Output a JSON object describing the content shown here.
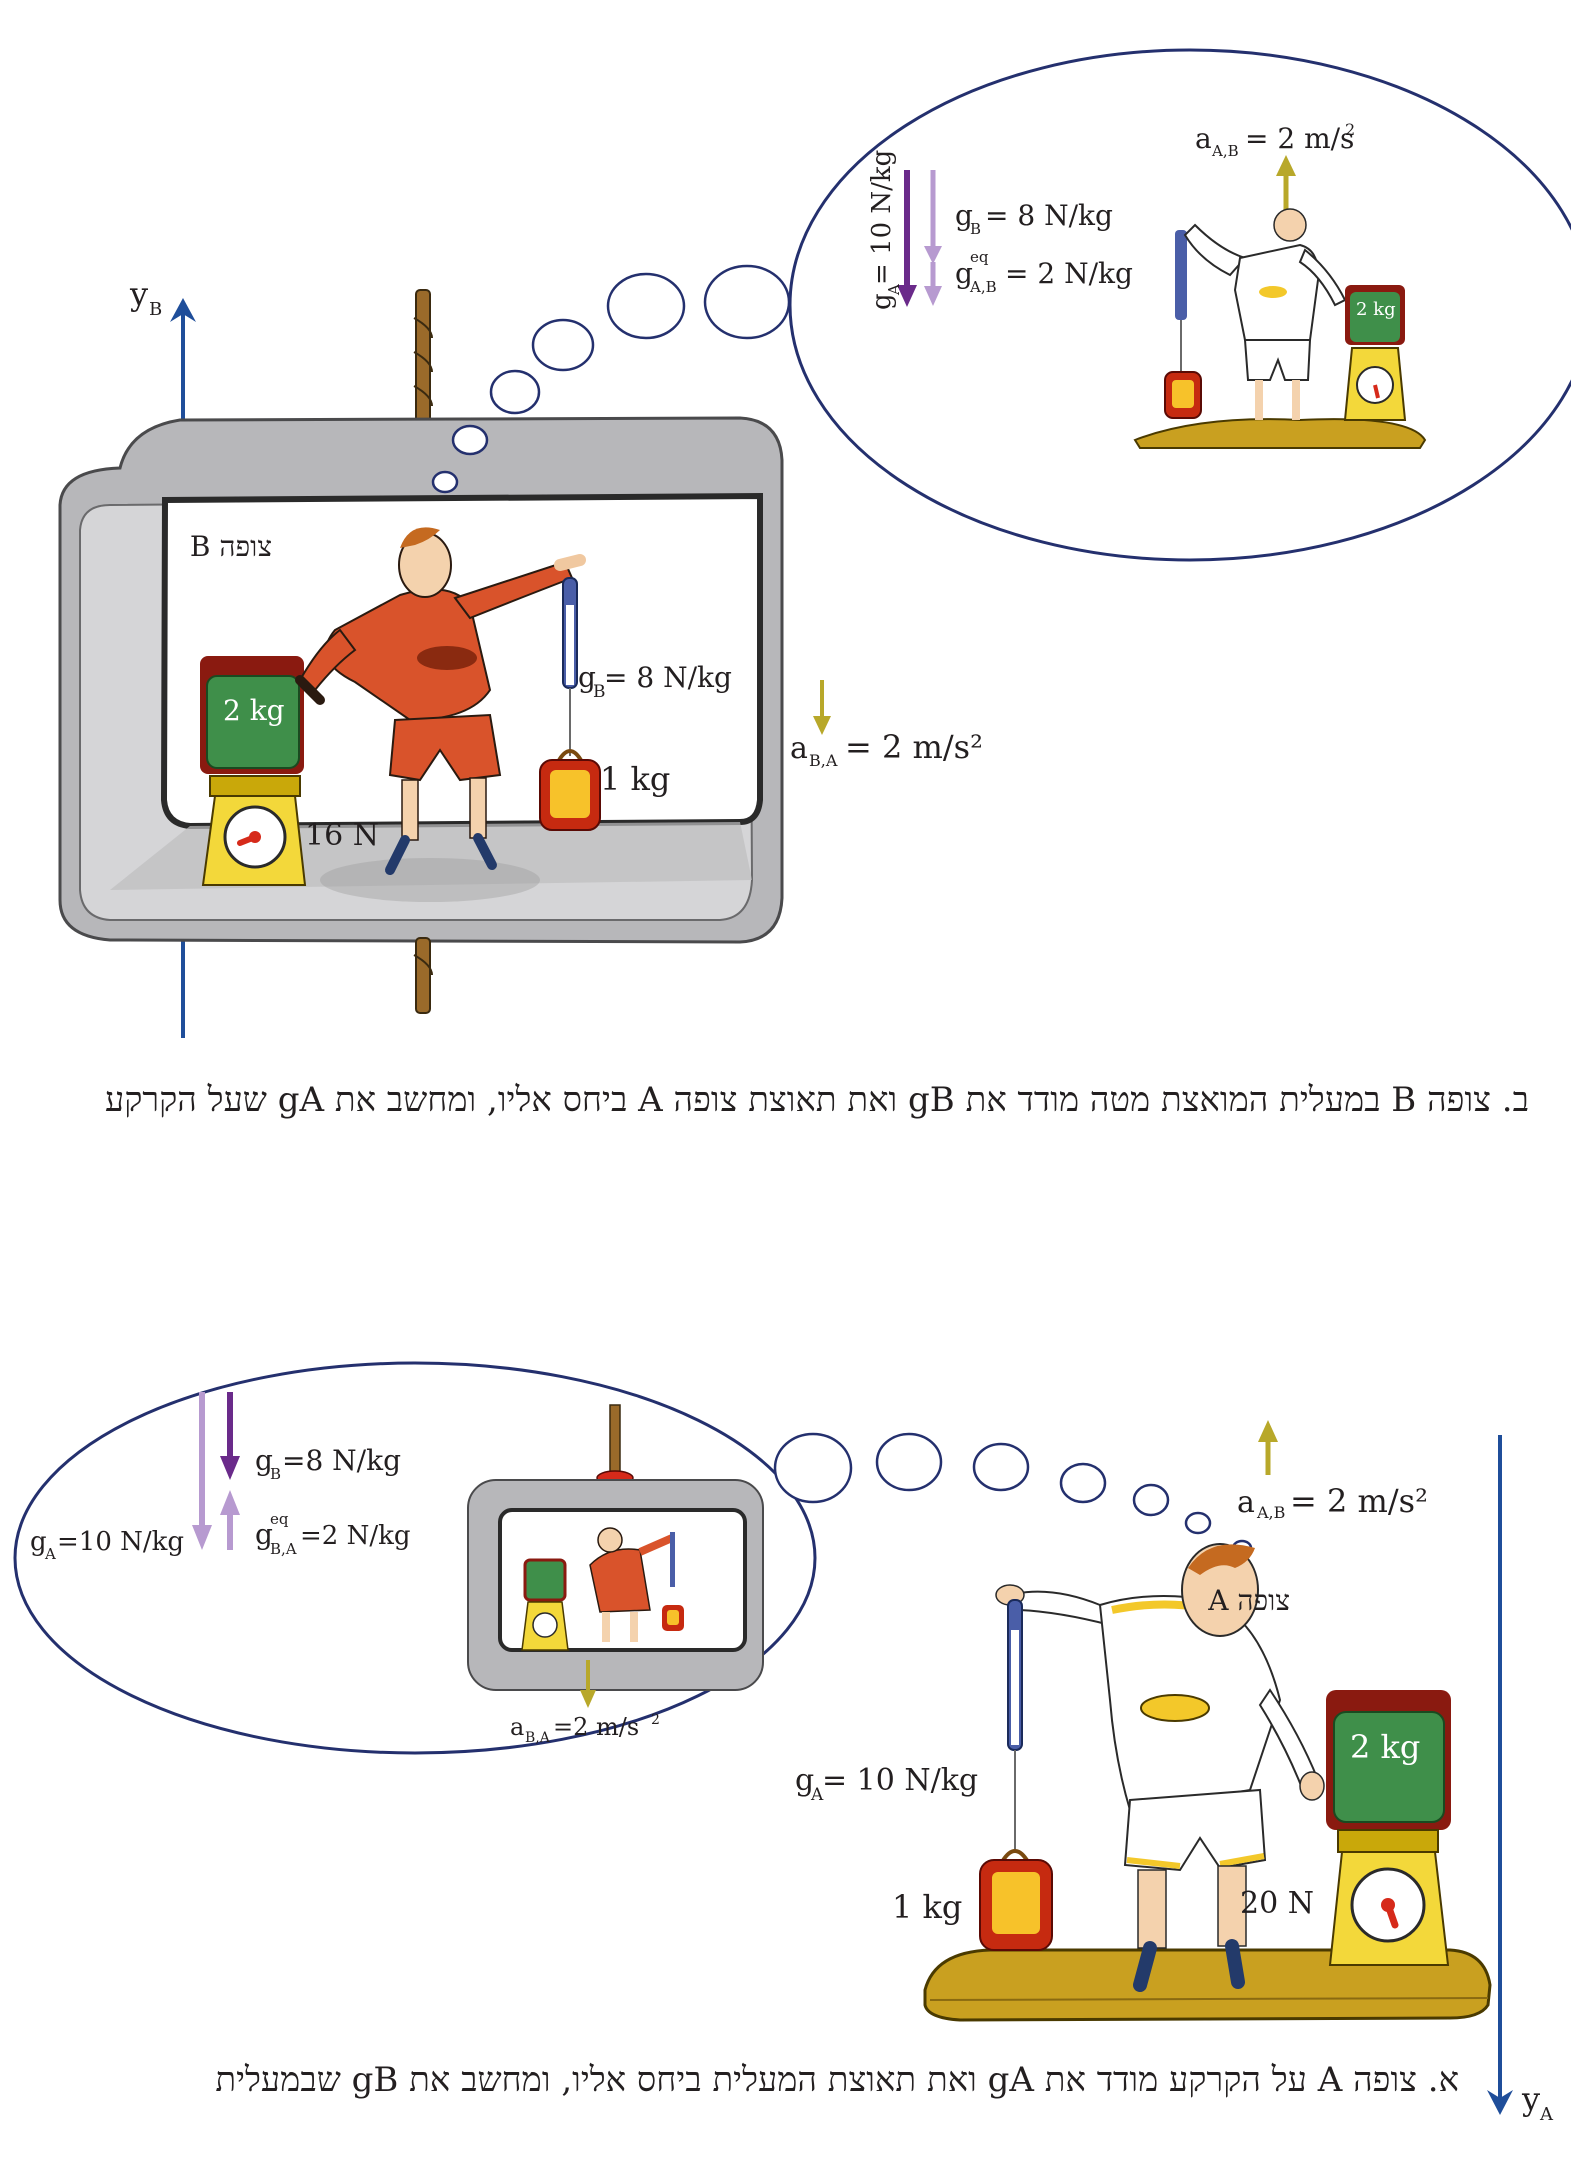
{
  "colors": {
    "axis": "#1f4e9a",
    "accel": "#b8a82a",
    "g_dark": "#6a2a8a",
    "g_light": "#b79ad0",
    "bubble": "#24306e",
    "frame": "#c9c9cb",
    "shirt_b": "#d9532b",
    "shirt_a": "#ffffff",
    "scale": "#f3d83a",
    "weight": "#3f8f4a"
  },
  "top": {
    "axis_label": "y",
    "axis_sub": "B",
    "observer_label": "צופה B",
    "g_b_text": "g",
    "g_b_sub": "B",
    "g_b_value": " = 8 N/kg",
    "mass_weight": "2 kg",
    "mass_hanging": "1 kg",
    "scale_reading": "16 N",
    "accel_text": "a",
    "accel_sub": "B,A",
    "accel_value": " = 2 m/s²",
    "caption": "ב. צופה B במעלית המואצת מטה מודד את gB ואת תאוצת צופה A ביחס אליו, ומחשב את gA שעל הקרקע",
    "thought": {
      "accel_text": "a",
      "accel_sub": "A,B",
      "accel_value": "= 2 m/s",
      "accel_sup": "2",
      "g_a_text": "g",
      "g_a_sub": "A",
      "g_a_value": "= 10 N/kg",
      "g_b_text": "g",
      "g_b_sub": "B",
      "g_b_value": "= 8 N/kg",
      "g_eq_text": "g",
      "g_eq_sup": "eq",
      "g_eq_sub": "A,B",
      "g_eq_value": "= 2 N/kg",
      "mass_weight": "2 kg"
    }
  },
  "bottom": {
    "axis_label": "y",
    "axis_sub": "A",
    "observer_label": "צופה A",
    "g_a_text": "g",
    "g_a_sub": "A",
    "g_a_value": " = 10 N/kg",
    "mass_weight": "2 kg",
    "mass_hanging": "1 kg",
    "scale_reading": "20 N",
    "accel_text": "a",
    "accel_sub": "A,B",
    "accel_value": " = 2 m/s²",
    "caption": "א. צופה A על הקרקע מודד את gA ואת תאוצת המעלית ביחס אליו, ומחשב את gB שבמעלית",
    "thought": {
      "g_b_text": "g",
      "g_b_sub": "B",
      "g_b_value": "=8 N/kg",
      "g_a_text": "g",
      "g_a_sub": "A",
      "g_a_value": "=10 N/kg",
      "g_eq_text": "g",
      "g_eq_sup": "eq",
      "g_eq_sub": "B,A",
      "g_eq_value": "=2 N/kg",
      "accel_text": "a",
      "accel_sub": "B,A",
      "accel_value": "=2 m/s",
      "accel_sup": "2"
    }
  }
}
